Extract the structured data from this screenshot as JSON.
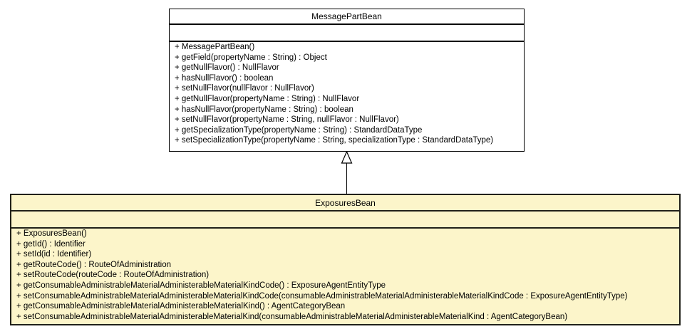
{
  "diagram": {
    "type": "uml-class-diagram",
    "background": "#ffffff",
    "highlight_fill": "#fcf5ca",
    "line_color": "#000000"
  },
  "classes": {
    "message_part_bean": {
      "name": "MessagePartBean",
      "fill": "#ffffff",
      "border": "#000000",
      "attributes": [],
      "methods": [
        "+ MessagePartBean()",
        "+ getField(propertyName : String) : Object",
        "+ getNullFlavor() : NullFlavor",
        "+ hasNullFlavor() : boolean",
        "+ setNullFlavor(nullFlavor : NullFlavor)",
        "+ getNullFlavor(propertyName : String) : NullFlavor",
        "+ hasNullFlavor(propertyName : String) : boolean",
        "+ setNullFlavor(propertyName : String, nullFlavor : NullFlavor)",
        "+ getSpecializationType(propertyName : String) : StandardDataType",
        "+ setSpecializationType(propertyName : String, specializationType : StandardDataType)"
      ]
    },
    "exposures_bean": {
      "name": "ExposuresBean",
      "fill": "#fcf5ca",
      "border": "#21211a",
      "attributes": [],
      "methods": [
        "+ ExposuresBean()",
        "+ getId() : Identifier",
        "+ setId(id : Identifier)",
        "+ getRouteCode() : RouteOfAdministration",
        "+ setRouteCode(routeCode : RouteOfAdministration)",
        "+ getConsumableAdministrableMaterialAdministerableMaterialKindCode() : ExposureAgentEntityType",
        "+ setConsumableAdministrableMaterialAdministerableMaterialKindCode(consumableAdministrableMaterialAdministerableMaterialKindCode : ExposureAgentEntityType)",
        "+ getConsumableAdministrableMaterialAdministerableMaterialKind() : AgentCategoryBean",
        "+ setConsumableAdministrableMaterialAdministerableMaterialKind(consumableAdministrableMaterialAdministerableMaterialKind : AgentCategoryBean)"
      ]
    }
  },
  "relationship": {
    "kind": "generalization",
    "from": "ExposuresBean",
    "to": "MessagePartBean"
  }
}
